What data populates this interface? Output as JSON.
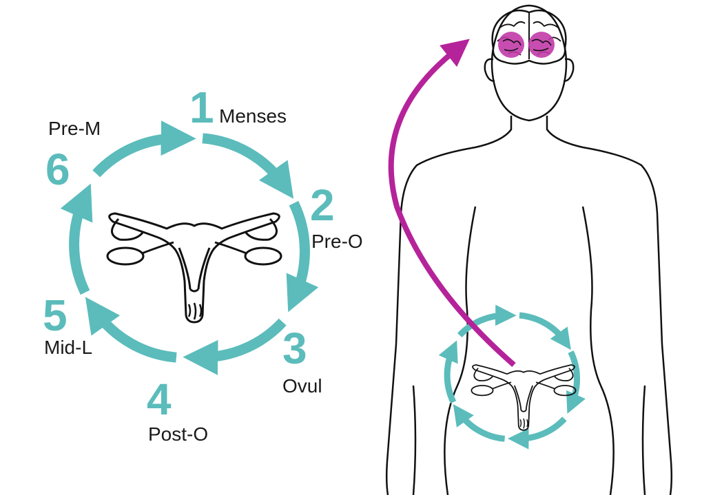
{
  "colors": {
    "cycle": "#5bbcbb",
    "signal": "#b5239a",
    "outline": "#111111",
    "brain_highlight": "#c23aa8"
  },
  "phases": [
    {
      "number": "1",
      "label": "Menses"
    },
    {
      "number": "2",
      "label": "Pre-O"
    },
    {
      "number": "3",
      "label": "Ovul"
    },
    {
      "number": "4",
      "label": "Post-O"
    },
    {
      "number": "5",
      "label": "Mid-L"
    },
    {
      "number": "6",
      "label": "Pre-M"
    }
  ],
  "icons": [
    "uterus-icon",
    "brain-icon",
    "human-silhouette-icon",
    "cycle-arrows-icon",
    "signal-arrow-icon"
  ]
}
